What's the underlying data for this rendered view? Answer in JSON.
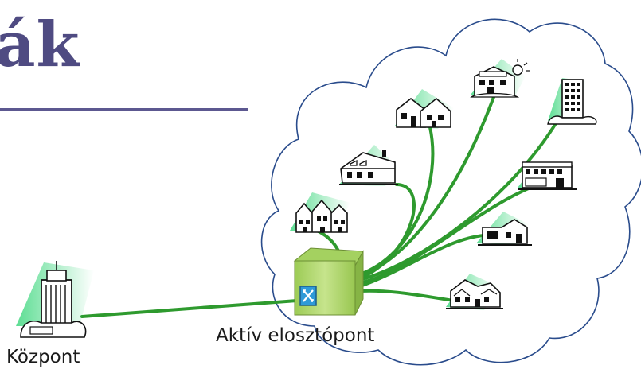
{
  "slide": {
    "title_fragment": "ák"
  },
  "labels": {
    "hub": "Aktív elosztópont",
    "central": "Központ"
  },
  "icons": [
    "central-office-building-icon",
    "active-switch-cabinet-icon",
    "row-houses-icon",
    "suburban-house-icon",
    "twin-houses-icon",
    "solar-house-icon",
    "apartment-tower-icon",
    "shop-front-icon",
    "modern-house-icon",
    "villa-icon",
    "cloud-icon"
  ],
  "colors": {
    "title": "#4f4b82",
    "fiber": "#2e9a2e",
    "cabinet": "#b4da6e",
    "switch_panel": "#2f9ad8",
    "shadow": "#3fd77f"
  }
}
